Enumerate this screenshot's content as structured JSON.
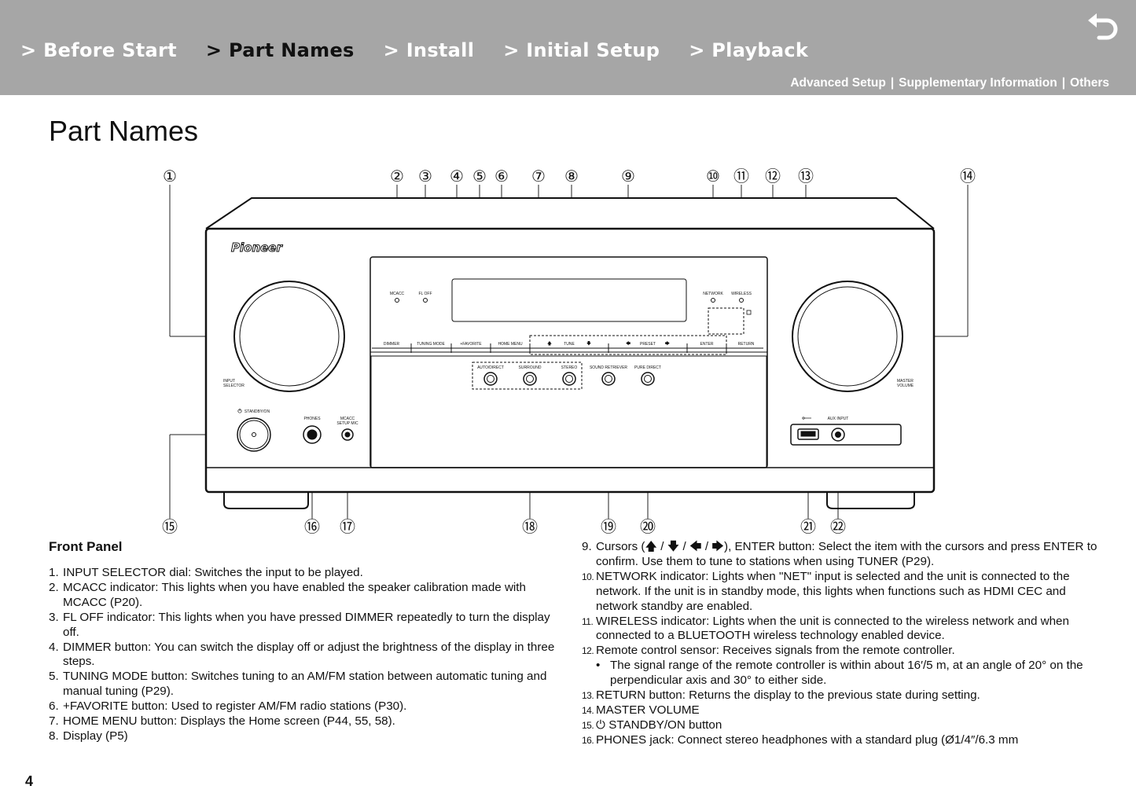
{
  "nav": {
    "items": [
      "> Before Start",
      "> Part Names",
      "> Install",
      "> Initial Setup",
      "> Playback"
    ],
    "active_index": 1
  },
  "subnav": {
    "items": [
      "Advanced Setup",
      "Supplementary Information",
      "Others"
    ],
    "separator": "|"
  },
  "back_icon": "return-arrow-icon",
  "page_title": "Part Names",
  "diagram": {
    "brand": "Pioneer",
    "callouts_top": [
      "①",
      "②",
      "③",
      "④",
      "⑤",
      "⑥",
      "⑦",
      "⑧",
      "⑨",
      "⑩",
      "⑪",
      "⑫",
      "⑬",
      "⑭"
    ],
    "callouts_bottom": [
      "⑮",
      "⑯",
      "⑰",
      "⑱",
      "⑲",
      "⑳",
      "㉑",
      "㉒"
    ],
    "labels": {
      "mcacc": "MCACC",
      "fl_off": "FL OFF",
      "network": "NETWORK",
      "wireless": "WIRELESS",
      "dimmer": "DIMMER",
      "tuning_mode": "TUNING MODE",
      "favorite": "+FAVORITE",
      "home_menu": "HOME MENU",
      "tune": "TUNE",
      "preset": "PRESET",
      "enter": "ENTER",
      "return": "RETURN",
      "auto_direct": "AUTO/DIRECT",
      "surround": "SURROUND",
      "stereo": "STEREO",
      "sound_retriever": "SOUND RETRIEVER",
      "pure_direct": "PURE DIRECT",
      "input_selector_1": "INPUT",
      "input_selector_2": "SELECTOR",
      "master_volume_1": "MASTER",
      "master_volume_2": "VOLUME",
      "standby_on": "STANDBY/ON",
      "phones": "PHONES",
      "mcacc_setup_mic_1": "MCACC",
      "mcacc_setup_mic_2": "SETUP MIC",
      "aux_input": "AUX INPUT"
    }
  },
  "section_title": "Front Panel",
  "left_list": [
    {
      "n": "1.",
      "t": "INPUT SELECTOR dial:  Switches the input to be played."
    },
    {
      "n": "2.",
      "t": "MCACC indicator:   This lights when you have enabled the speaker calibration made with MCACC (P20)."
    },
    {
      "n": "3.",
      "t": "FL OFF indicator:  This lights when you have pressed DIMMER repeatedly to turn the display off."
    },
    {
      "n": "4.",
      "t": "DIMMER button:  You can switch the display off or adjust the brightness of the display in three steps."
    },
    {
      "n": "5.",
      "t": "TUNING MODE button:  Switches tuning to an AM/FM station between automatic tuning and manual tuning (P29)."
    },
    {
      "n": "6.",
      "t": "+FAVORITE button:  Used to register AM/FM radio stations (P30)."
    },
    {
      "n": "7.",
      "t": "HOME MENU button:  Displays the Home screen (P44, 55, 58)."
    },
    {
      "n": "8.",
      "t": "Display (P5)"
    }
  ],
  "right_list": [
    {
      "n": "9.",
      "t": "Cursors (🡅 / 🡇 / 🡄 / 🡆), ENTER button:  Select the item with the cursors and press ENTER to confirm. Use them to tune to stations when using TUNER (P29)."
    },
    {
      "n": "10.",
      "t": "NETWORK indicator:  Lights when \"NET\" input is selected and the unit is connected to the network. If the unit is in standby mode, this lights when functions such as HDMI CEC and network standby are enabled."
    },
    {
      "n": "11.",
      "t": "WIRELESS indicator: Lights when the unit is connected to the wireless network and when connected to a BLUETOOTH wireless technology enabled device."
    },
    {
      "n": "12.",
      "t": "Remote control sensor: Receives signals from the remote controller."
    },
    {
      "n": "•",
      "t": "The signal range of the remote controller is within about 16′/5 m, at an angle of 20° on the perpendicular axis and 30° to either side.",
      "bullet": true
    },
    {
      "n": "13.",
      "t": "RETURN button:  Returns the display to the previous state during setting."
    },
    {
      "n": "14.",
      "t": "MASTER VOLUME"
    },
    {
      "n": "15.",
      "t": "⏻ STANDBY/ON button"
    },
    {
      "n": "16.",
      "t": "PHONES jack: Connect stereo headphones with a standard plug (Ø1/4″/6.3 mm"
    }
  ],
  "page_number": "4"
}
